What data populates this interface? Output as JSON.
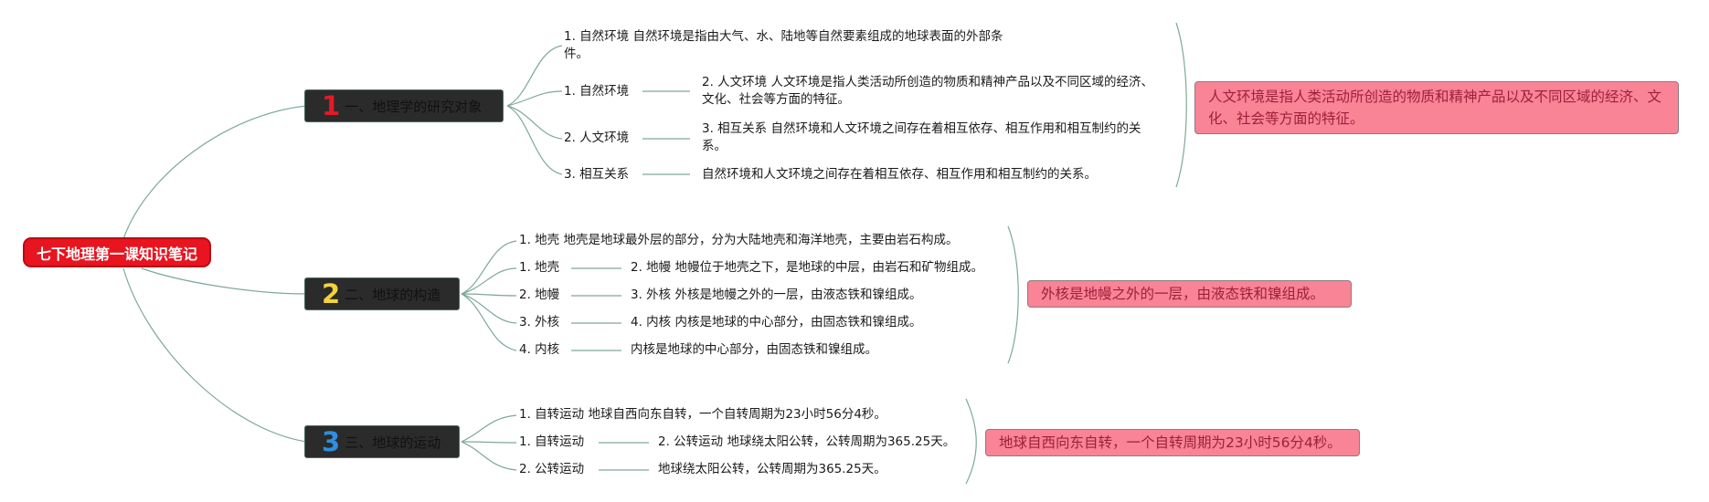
{
  "root": {
    "label": "七下地理第一课知识笔记"
  },
  "branches": [
    {
      "num": "1",
      "num_color": "#e01b25",
      "label": "一、地理学的研究对象",
      "items": [
        "1. 自然环境 自然环境是指由大气、水、陆地等自然要素组成的地球表面的外部条件。",
        "1. 自然环境",
        "2. 人文环境",
        "3. 相互关系"
      ],
      "details": [
        "2. 人文环境 人文环境是指人类活动所创造的物质和精神产品以及不同区域的经济、文化、社会等方面的特征。",
        "3. 相互关系 自然环境和人文环境之间存在着相互依存、相互作用和相互制约的关系。",
        "自然环境和人文环境之间存在着相互依存、相互作用和相互制约的关系。"
      ],
      "note": "人文环境是指人类活动所创造的物质和精神产品以及不同区域的经济、文化、社会等方面的特征。"
    },
    {
      "num": "2",
      "num_color": "#f3d33a",
      "label": "二、地球的构造",
      "items": [
        "1. 地壳 地壳是地球最外层的部分，分为大陆地壳和海洋地壳，主要由岩石构成。",
        "1. 地壳",
        "2. 地幔",
        "3. 外核",
        "4. 内核"
      ],
      "details": [
        "2. 地幔 地幔位于地壳之下，是地球的中层，由岩石和矿物组成。",
        "3. 外核 外核是地幔之外的一层，由液态铁和镍组成。",
        "4. 内核 内核是地球的中心部分，由固态铁和镍组成。",
        "内核是地球的中心部分，由固态铁和镍组成。"
      ],
      "note": "外核是地幔之外的一层，由液态铁和镍组成。"
    },
    {
      "num": "3",
      "num_color": "#2f8fe0",
      "label": "三、地球的运动",
      "items": [
        "1. 自转运动 地球自西向东自转，一个自转周期为23小时56分4秒。",
        "1. 自转运动",
        "2. 公转运动"
      ],
      "details": [
        "2. 公转运动 地球绕太阳公转，公转周期为365.25天。",
        "地球绕太阳公转，公转周期为365.25天。"
      ],
      "note": "地球自西向东自转，一个自转周期为23小时56分4秒。"
    }
  ]
}
